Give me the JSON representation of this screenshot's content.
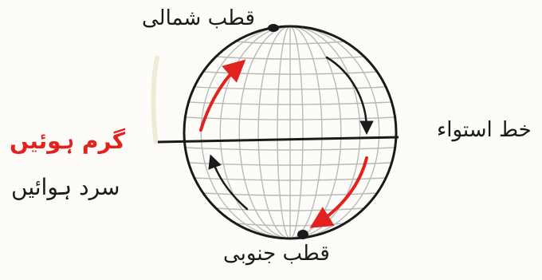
{
  "labels": {
    "north_pole": "قطب شمالی",
    "south_pole": "قطب جنوبی",
    "equator": "خط استواء",
    "warm_winds": "گرم ہوئیں",
    "cold_winds": "سرد ہوائیں"
  },
  "colors": {
    "ink": "#1a1a1a",
    "warm": "#e0231e",
    "cold": "#1a1a1a",
    "grid": "#b9b9b9"
  }
}
